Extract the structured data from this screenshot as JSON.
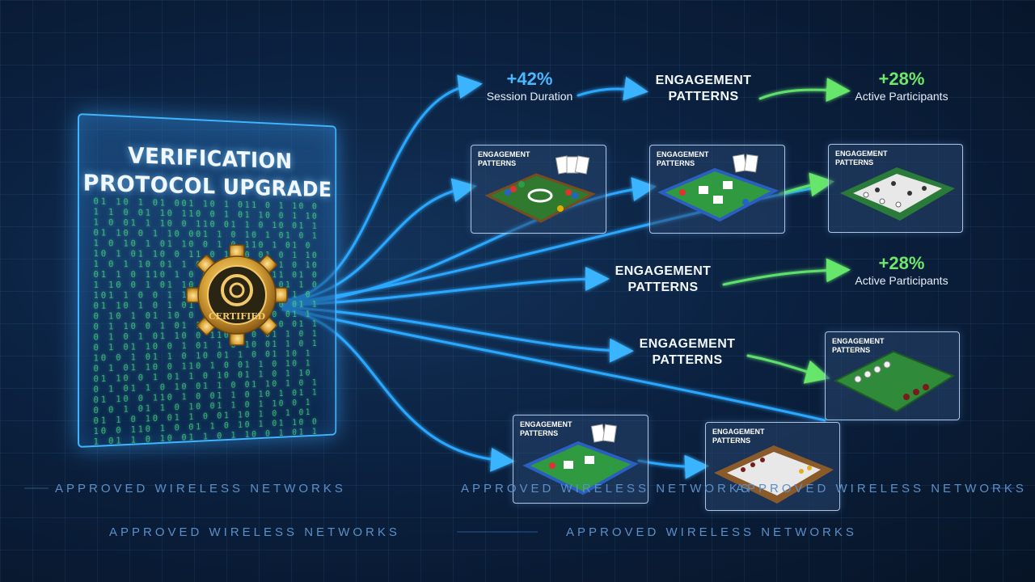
{
  "panel": {
    "title_line1": "VERIFICATION",
    "title_line2": "PROTOCOL UPGRADE",
    "badge_text": "CERTIFIED",
    "binary": "01 10 1 01 001 10 1 011 0 1 10 01 1 0 01 10 110 0 1 01 10 0 1 101 0 01 1 10 0 110 01 1 0 10 01 1 01 10 0 1 10 001 1 0 10 1 01 0 11 0 10 1 01 10 0 1 0 110 1 01 0 10 1 01 10 0 11 0 1 10 01 0 1 101 0 1 10 01 1 0 10 0 1 01 1 0 10 01 1 0 110 1 0 01 10 1 0 11 01 0 1 10 0 1 01 10 0 1 1 0 10 01 1 0 101 1 0 0 1 10 01 1 0 10 01 1 0 01 10 1 0 1 01 10 0 110 1 0 01 1 0 10 1 01 10 0 1 01 1 0 10 01 1 0 1 10 0 1 01 1 0 10 01 1 0 01 10 1 0 1 01 10 0 110 1 0 01 1 0 10 1 01 10 0 1 01 1 0 10 01 1 0 1 10 0 1 01 1 0 10 01 1 0 01 10 1 0 1 01 10 0 110 1 0 01 1 0 10 1 01 10 0 1 01 1 0 10 01 1 0 1 10 0 1 01 1 0 10 01 1 0 01 10 1 0 1 01 10 0 110 1 0 01 1 0 10 1 01 10 0 1 01 1 0 10 01 1 0 1 10 0 1 01 1 0 10 01 1 0 01 10 1 0 1 01 10 0 110 1 0 01 1 0 10 1 01 10 0 1 01 1 0 10 01 1 0 1 10 0 1 01 1 0 10 01 1 0 01 10 1 0 1 01 10 0 110 1 0 01 1 0 10 1 01 10 0 1 01 1 0 10 01 1 0 1 10 0 1 01"
  },
  "metrics": {
    "session": {
      "value": "+42%",
      "label": "Session Duration",
      "color": "#49b8ff"
    },
    "active_top": {
      "value": "+28%",
      "label": "Active Participants",
      "color": "#6ee86a"
    },
    "active_mid": {
      "value": "+28%",
      "label": "Active Participants",
      "color": "#6ee86a"
    }
  },
  "engagement": {
    "line1": "ENGAGEMENT",
    "line2": "PATTERNS"
  },
  "cards": [
    {
      "line1": "ENGAGEMENT",
      "line2": "PATTERNS",
      "game": "poker-table"
    },
    {
      "line1": "ENGAGEMENT",
      "line2": "PATTERNS",
      "game": "card-table"
    },
    {
      "line1": "ENGAGEMENT",
      "line2": "PATTERNS",
      "game": "chess-board"
    },
    {
      "line1": "ENGAGEMENT",
      "line2": "PATTERNS",
      "game": "chess-board-green"
    },
    {
      "line1": "ENGAGEMENT",
      "line2": "PATTERNS",
      "game": "card-table"
    },
    {
      "line1": "ENGAGEMENT",
      "line2": "PATTERNS",
      "game": "chess-board"
    }
  ],
  "footer": {
    "text": "APPROVED WIRELESS NETWORKS"
  },
  "colors": {
    "blue_flow": "#2aa8ff",
    "green_flow": "#5fe06a",
    "badge_gold": "#d9a53a"
  }
}
